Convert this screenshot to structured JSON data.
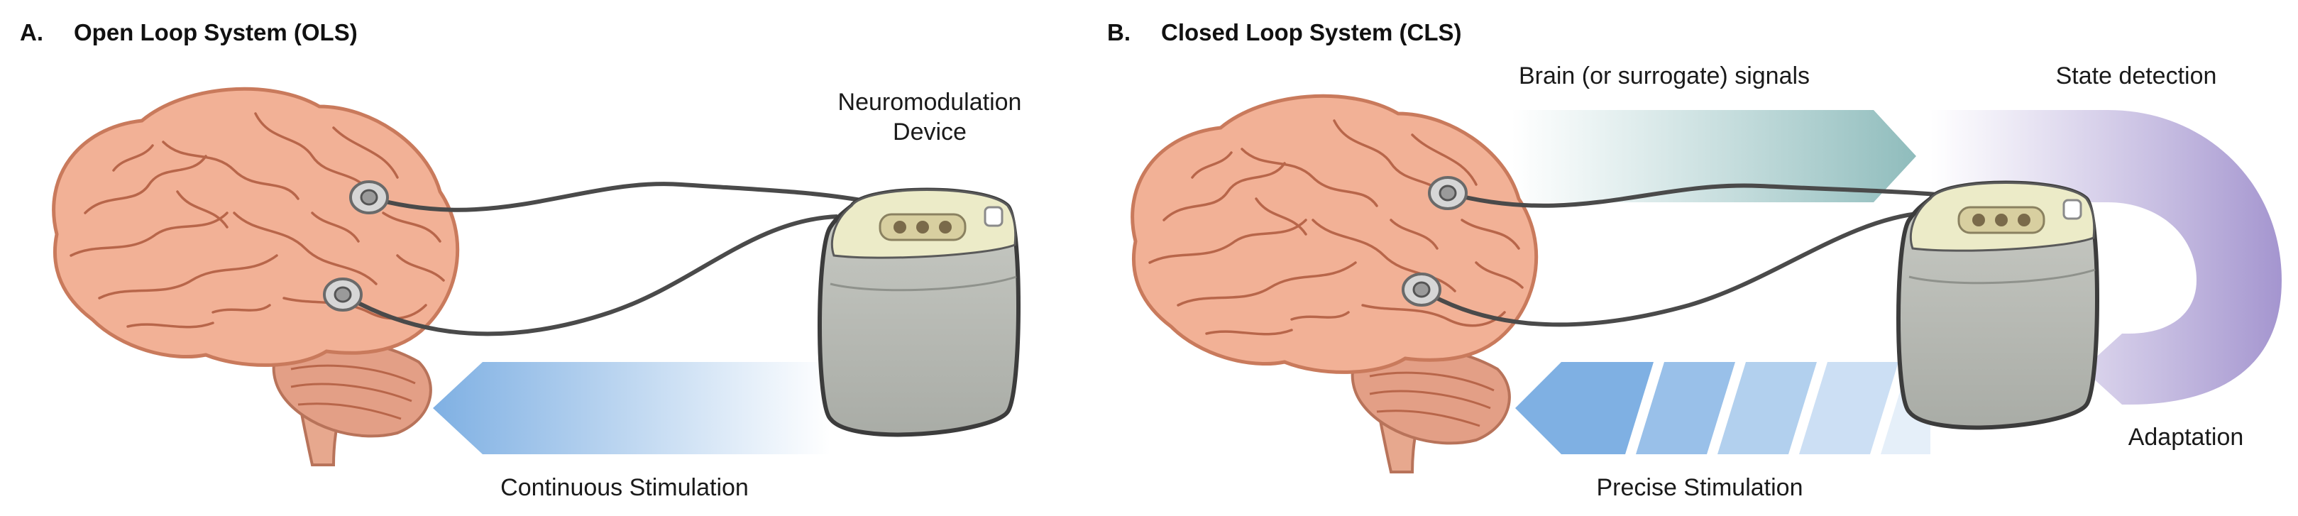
{
  "panel_a": {
    "letter": "A.",
    "title": "Open Loop System (OLS)",
    "device_label_line1": "Neuromodulation",
    "device_label_line2": "Device",
    "stimulation_label": "Continuous Stimulation"
  },
  "panel_b": {
    "letter": "B.",
    "title": "Closed Loop System (CLS)",
    "signals_label": "Brain (or surrogate) signals",
    "state_label": "State detection",
    "adaptation_label": "Adaptation",
    "stimulation_label": "Precise Stimulation"
  },
  "colors": {
    "brain": "#f2b196",
    "brain_outline": "#c97a5c",
    "brain_fold": "#b8664a",
    "cerebellum": "#e39f86",
    "device_body": "#b5b8b2",
    "device_top": "#ecebc8",
    "wire": "#4a4a4a",
    "electrode_ring": "#8a8a8a",
    "blue_arrow": "#8ab4e0",
    "teal_arrow": "#8fbcbc",
    "purple_arc": "#a99bd0"
  },
  "icons": [
    "brain-icon",
    "neuromodulation-device-icon",
    "electrode-icon",
    "arrow-icon"
  ]
}
